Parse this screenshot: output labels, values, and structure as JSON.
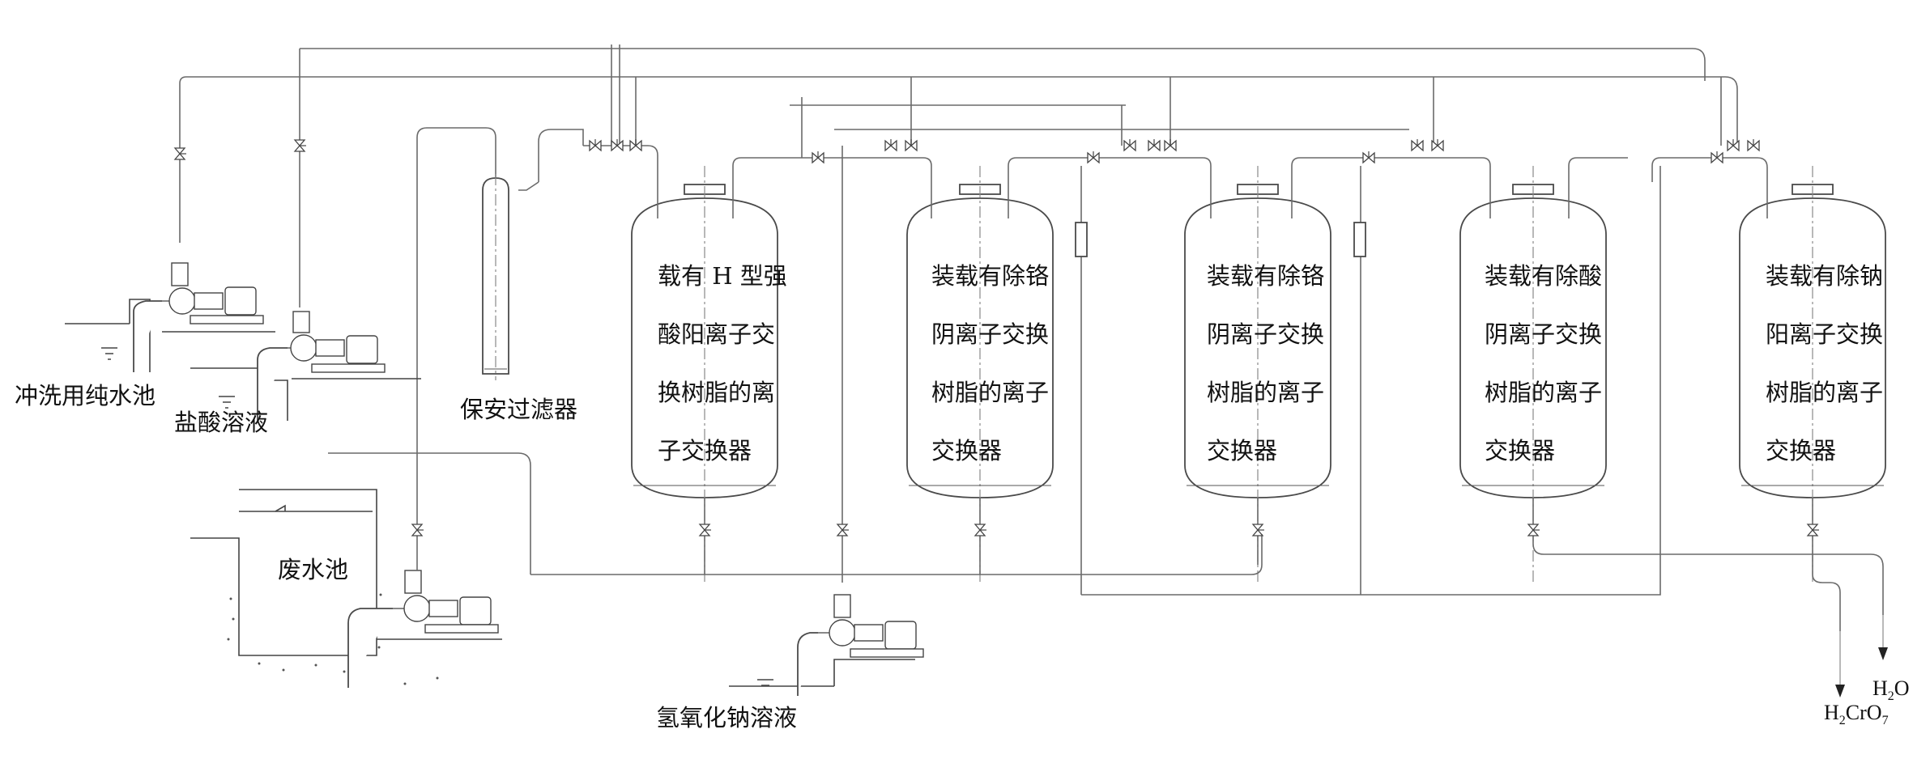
{
  "labels": {
    "rinse_tank": "冲洗用纯水池",
    "hcl_tank": "盐酸溶液",
    "security_filter": "保安过滤器",
    "wastewater_tank": "废水池",
    "naoh_tank": "氢氧化钠溶液"
  },
  "vessels": [
    {
      "lines": [
        "载有 H 型强",
        "酸阳离子交",
        "换树脂的离",
        "子交换器"
      ]
    },
    {
      "lines": [
        "装载有除铬",
        "阴离子交换",
        "树脂的离子",
        "交换器"
      ]
    },
    {
      "lines": [
        "装载有除铬",
        "阴离子交换",
        "树脂的离子",
        "交换器"
      ]
    },
    {
      "lines": [
        "装载有除酸",
        "阴离子交换",
        "树脂的离子",
        "交换器"
      ]
    },
    {
      "lines": [
        "装载有除钠",
        "阳离子交换",
        "树脂的离子",
        "交换器"
      ]
    }
  ],
  "outputs": {
    "water": {
      "base": "H",
      "sub1": "2",
      "tail": "O"
    },
    "chromic_acid": {
      "base": "H",
      "sub1": "2",
      "mid": "CrO",
      "sub2": "7"
    }
  },
  "colors": {
    "line": "#6a6a6a",
    "vessel": "#4a4a4a",
    "text": "#111111"
  }
}
